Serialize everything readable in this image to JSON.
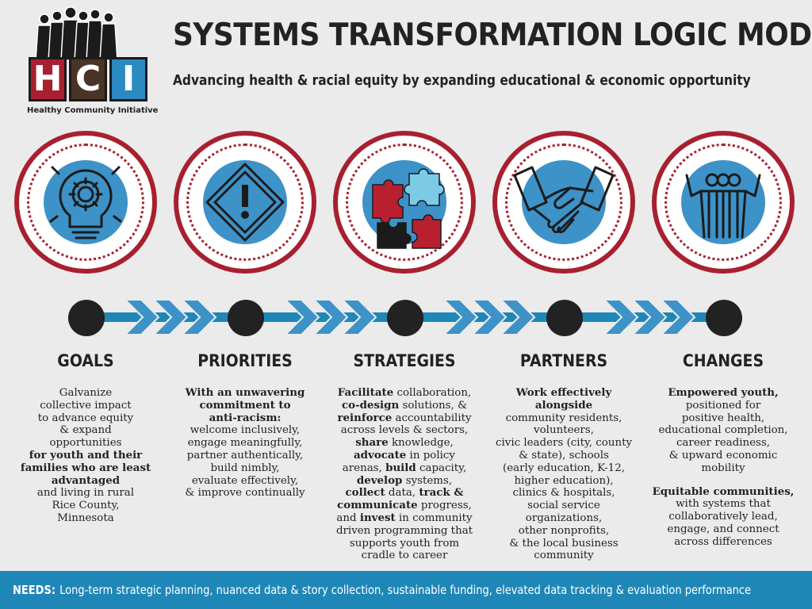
{
  "logo": {
    "letters": [
      "H",
      "C",
      "I"
    ],
    "caption": "Healthy Community Initiative"
  },
  "header": {
    "title": "SYSTEMS TRANSFORMATION LOGIC MODEL",
    "subtitle": "Advancing health & racial equity by expanding educational & economic opportunity"
  },
  "colors": {
    "red": "#a8202f",
    "blue": "#3d92c8",
    "dark": "#222222",
    "needs_bar": "#1f87b8"
  },
  "icons": [
    "lightbulb-gear-icon",
    "warning-sign-icon",
    "puzzle-pieces-icon",
    "handshake-icon",
    "raised-hands-group-icon"
  ],
  "columns": [
    {
      "heading": "GOALS",
      "lines": [
        [
          {
            "t": "Galvanize"
          }
        ],
        [
          {
            "t": "collective impact"
          }
        ],
        [
          {
            "t": "to advance equity"
          }
        ],
        [
          {
            "t": "& expand"
          }
        ],
        [
          {
            "t": "opportunities"
          }
        ],
        [
          {
            "t": "for youth and their",
            "b": true
          }
        ],
        [
          {
            "t": "families who are least",
            "b": true
          }
        ],
        [
          {
            "t": "advantaged",
            "b": true
          }
        ],
        [
          {
            "t": "and living in rural"
          }
        ],
        [
          {
            "t": "Rice County,"
          }
        ],
        [
          {
            "t": "Minnesota"
          }
        ]
      ]
    },
    {
      "heading": "PRIORITIES",
      "lines": [
        [
          {
            "t": "With an unwavering",
            "b": true
          }
        ],
        [
          {
            "t": "commitment to",
            "b": true
          }
        ],
        [
          {
            "t": "anti-racism:",
            "b": true
          }
        ],
        [
          {
            "t": "welcome inclusively,"
          }
        ],
        [
          {
            "t": "engage meaningfully,"
          }
        ],
        [
          {
            "t": "partner authentically,"
          }
        ],
        [
          {
            "t": "build nimbly,"
          }
        ],
        [
          {
            "t": "evaluate effectively,"
          }
        ],
        [
          {
            "t": "& improve continually"
          }
        ]
      ]
    },
    {
      "heading": "STRATEGIES",
      "lines": [
        [
          {
            "t": "Facilitate",
            "b": true
          },
          {
            "t": " collaboration,"
          }
        ],
        [
          {
            "t": "co-design",
            "b": true
          },
          {
            "t": " solutions, &"
          }
        ],
        [
          {
            "t": "reinforce",
            "b": true
          },
          {
            "t": " accountability"
          }
        ],
        [
          {
            "t": "across levels & sectors,"
          }
        ],
        [
          {
            "t": "share",
            "b": true
          },
          {
            "t": " knowledge,"
          }
        ],
        [
          {
            "t": "advocate",
            "b": true
          },
          {
            "t": " in policy"
          }
        ],
        [
          {
            "t": "arenas, "
          },
          {
            "t": "build",
            "b": true
          },
          {
            "t": " capacity,"
          }
        ],
        [
          {
            "t": "develop",
            "b": true
          },
          {
            "t": " systems,"
          }
        ],
        [
          {
            "t": "collect",
            "b": true
          },
          {
            "t": " data, "
          },
          {
            "t": "track &",
            "b": true
          }
        ],
        [
          {
            "t": "communicate",
            "b": true
          },
          {
            "t": " progress,"
          }
        ],
        [
          {
            "t": "and "
          },
          {
            "t": "invest",
            "b": true
          },
          {
            "t": " in community"
          }
        ],
        [
          {
            "t": "driven programming that"
          }
        ],
        [
          {
            "t": "supports youth from"
          }
        ],
        [
          {
            "t": "cradle to career"
          }
        ]
      ]
    },
    {
      "heading": "PARTNERS",
      "lines": [
        [
          {
            "t": "Work effectively",
            "b": true
          }
        ],
        [
          {
            "t": "alongside",
            "b": true
          }
        ],
        [
          {
            "t": "community residents,"
          }
        ],
        [
          {
            "t": "volunteers,"
          }
        ],
        [
          {
            "t": "civic leaders (city, county"
          }
        ],
        [
          {
            "t": "& state), schools"
          }
        ],
        [
          {
            "t": "(early education, K-12,"
          }
        ],
        [
          {
            "t": "higher education),"
          }
        ],
        [
          {
            "t": "clinics & hospitals,"
          }
        ],
        [
          {
            "t": "social service"
          }
        ],
        [
          {
            "t": "organizations,"
          }
        ],
        [
          {
            "t": "other nonprofits,"
          }
        ],
        [
          {
            "t": "& the local business"
          }
        ],
        [
          {
            "t": "community"
          }
        ]
      ]
    },
    {
      "heading": "CHANGES",
      "lines": [
        [
          {
            "t": "Empowered youth,",
            "b": true
          }
        ],
        [
          {
            "t": "positioned for"
          }
        ],
        [
          {
            "t": "positive health,"
          }
        ],
        [
          {
            "t": "educational completion,"
          }
        ],
        [
          {
            "t": "career readiness,"
          }
        ],
        [
          {
            "t": "& upward economic"
          }
        ],
        [
          {
            "t": "mobility"
          }
        ],
        [],
        [
          {
            "t": "Equitable communities,",
            "b": true
          }
        ],
        [
          {
            "t": "with systems that"
          }
        ],
        [
          {
            "t": "collaboratively lead,"
          }
        ],
        [
          {
            "t": "engage, and connect"
          }
        ],
        [
          {
            "t": "across differences"
          }
        ]
      ]
    }
  ],
  "needs": {
    "label": "NEEDS:",
    "text": "Long-term strategic planning, nuanced data & story collection, sustainable funding, elevated data tracking & evaluation performance"
  }
}
